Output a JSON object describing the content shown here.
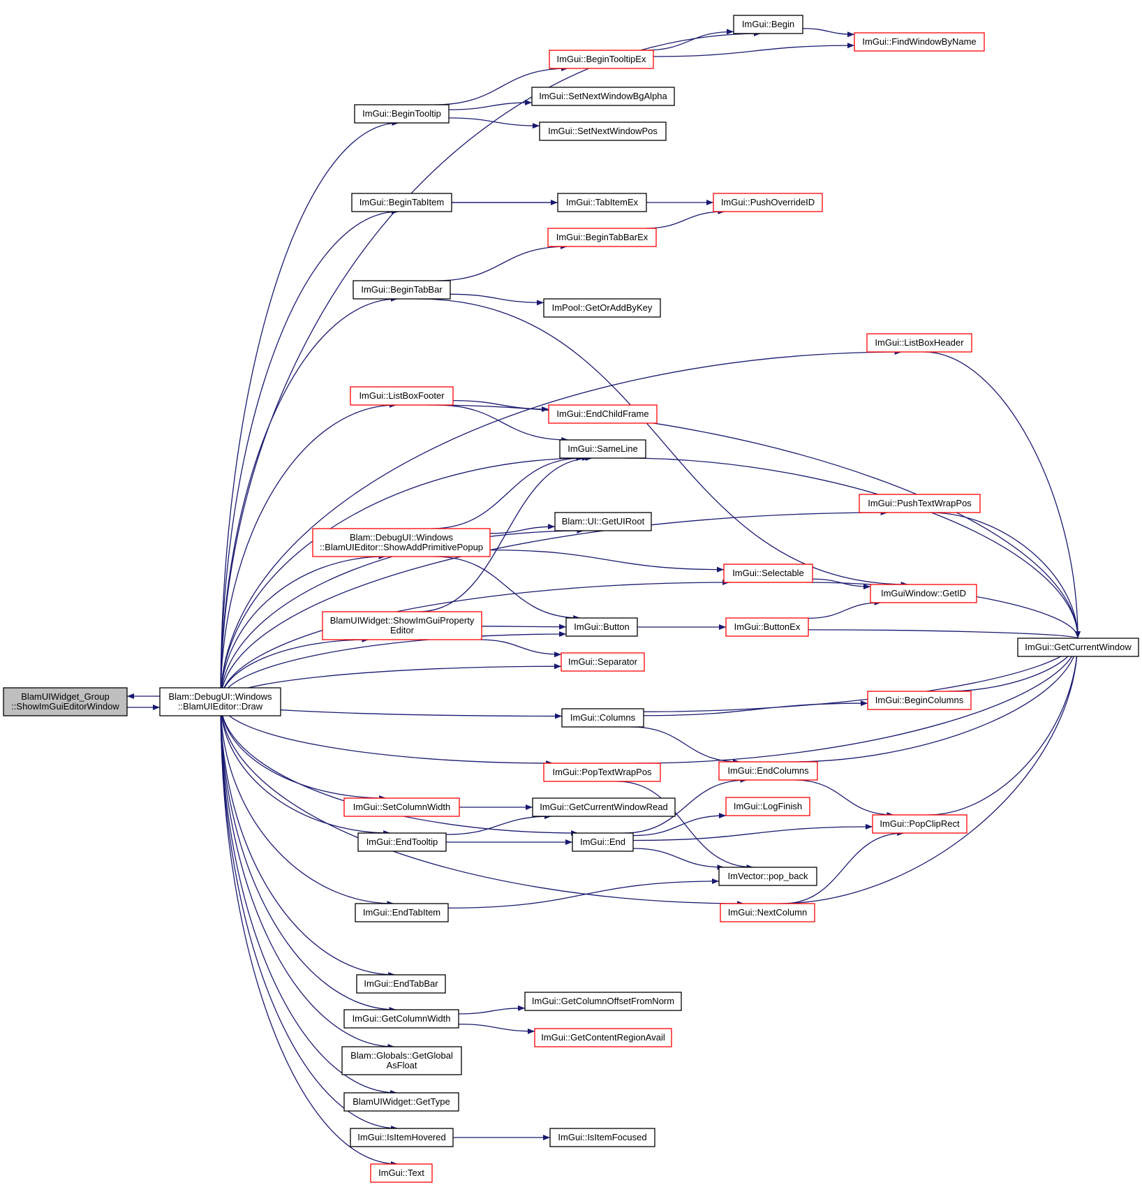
{
  "colors": {
    "edge": "#191970",
    "node_border": "#000000",
    "node_border_partial": "#ff0000",
    "node_fill": "#ffffff",
    "root_fill": "#bfbfbf",
    "text": "#000000"
  },
  "nodes": [
    {
      "id": "root",
      "lines": [
        "BlamUIWidget_Group",
        "::ShowImGuiEditorWindow"
      ],
      "style": "root"
    },
    {
      "id": "draw",
      "lines": [
        "Blam::DebugUI::Windows",
        "::BlamUIEditor::Draw"
      ],
      "style": "black"
    },
    {
      "id": "begin",
      "lines": [
        "ImGui::Begin"
      ],
      "style": "black"
    },
    {
      "id": "findwin",
      "lines": [
        "ImGui::FindWindowByName"
      ],
      "style": "red"
    },
    {
      "id": "begintooltipex",
      "lines": [
        "ImGui::BeginTooltipEx"
      ],
      "style": "red"
    },
    {
      "id": "begintooltip",
      "lines": [
        "ImGui::BeginTooltip"
      ],
      "style": "black"
    },
    {
      "id": "setbgalpha",
      "lines": [
        "ImGui::SetNextWindowBgAlpha"
      ],
      "style": "black"
    },
    {
      "id": "setnextpos",
      "lines": [
        "ImGui::SetNextWindowPos"
      ],
      "style": "black"
    },
    {
      "id": "begintabitem",
      "lines": [
        "ImGui::BeginTabItem"
      ],
      "style": "black"
    },
    {
      "id": "tabitemex",
      "lines": [
        "ImGui::TabItemEx"
      ],
      "style": "black"
    },
    {
      "id": "pushoverride",
      "lines": [
        "ImGui::PushOverrideID"
      ],
      "style": "red"
    },
    {
      "id": "begintabbarex",
      "lines": [
        "ImGui::BeginTabBarEx"
      ],
      "style": "red"
    },
    {
      "id": "begintabbar",
      "lines": [
        "ImGui::BeginTabBar"
      ],
      "style": "black"
    },
    {
      "id": "getoradd",
      "lines": [
        "ImPool::GetOrAddByKey"
      ],
      "style": "black"
    },
    {
      "id": "listboxheader",
      "lines": [
        "ImGui::ListBoxHeader"
      ],
      "style": "red"
    },
    {
      "id": "listboxfooter",
      "lines": [
        "ImGui::ListBoxFooter"
      ],
      "style": "red"
    },
    {
      "id": "endchildframe",
      "lines": [
        "ImGui::EndChildFrame"
      ],
      "style": "red"
    },
    {
      "id": "sameline",
      "lines": [
        "ImGui::SameLine"
      ],
      "style": "black"
    },
    {
      "id": "pushtextwrap",
      "lines": [
        "ImGui::PushTextWrapPos"
      ],
      "style": "red"
    },
    {
      "id": "getuiroot",
      "lines": [
        "Blam::UI::GetUIRoot"
      ],
      "style": "black"
    },
    {
      "id": "showaddprim",
      "lines": [
        "Blam::DebugUI::Windows",
        "::BlamUIEditor::ShowAddPrimitivePopup"
      ],
      "style": "red"
    },
    {
      "id": "selectable",
      "lines": [
        "ImGui::Selectable"
      ],
      "style": "red"
    },
    {
      "id": "getid",
      "lines": [
        "ImGuiWindow::GetID"
      ],
      "style": "red"
    },
    {
      "id": "showprop",
      "lines": [
        "BlamUIWidget::ShowImGuiProperty",
        "Editor"
      ],
      "style": "red"
    },
    {
      "id": "button",
      "lines": [
        "ImGui::Button"
      ],
      "style": "black"
    },
    {
      "id": "buttonex",
      "lines": [
        "ImGui::ButtonEx"
      ],
      "style": "red"
    },
    {
      "id": "getcurwin",
      "lines": [
        "ImGui::GetCurrentWindow"
      ],
      "style": "black"
    },
    {
      "id": "separator",
      "lines": [
        "ImGui::Separator"
      ],
      "style": "red"
    },
    {
      "id": "begincolumns",
      "lines": [
        "ImGui::BeginColumns"
      ],
      "style": "red"
    },
    {
      "id": "columns",
      "lines": [
        "ImGui::Columns"
      ],
      "style": "black"
    },
    {
      "id": "poptextwrap",
      "lines": [
        "ImGui::PopTextWrapPos"
      ],
      "style": "red"
    },
    {
      "id": "endcolumns",
      "lines": [
        "ImGui::EndColumns"
      ],
      "style": "red"
    },
    {
      "id": "setcolwidth",
      "lines": [
        "ImGui::SetColumnWidth"
      ],
      "style": "red"
    },
    {
      "id": "getcurwinread",
      "lines": [
        "ImGui::GetCurrentWindowRead"
      ],
      "style": "black"
    },
    {
      "id": "logfinish",
      "lines": [
        "ImGui::LogFinish"
      ],
      "style": "red"
    },
    {
      "id": "popcliprect",
      "lines": [
        "ImGui::PopClipRect"
      ],
      "style": "red"
    },
    {
      "id": "endtooltip",
      "lines": [
        "ImGui::EndTooltip"
      ],
      "style": "black"
    },
    {
      "id": "end",
      "lines": [
        "ImGui::End"
      ],
      "style": "black"
    },
    {
      "id": "popback",
      "lines": [
        "ImVector::pop_back"
      ],
      "style": "black"
    },
    {
      "id": "endtabitem",
      "lines": [
        "ImGui::EndTabItem"
      ],
      "style": "black"
    },
    {
      "id": "nextcolumn",
      "lines": [
        "ImGui::NextColumn"
      ],
      "style": "red"
    },
    {
      "id": "endtabbar",
      "lines": [
        "ImGui::EndTabBar"
      ],
      "style": "black"
    },
    {
      "id": "getcoloffset",
      "lines": [
        "ImGui::GetColumnOffsetFromNorm"
      ],
      "style": "black"
    },
    {
      "id": "getcolwidth",
      "lines": [
        "ImGui::GetColumnWidth"
      ],
      "style": "black"
    },
    {
      "id": "getcontentavail",
      "lines": [
        "ImGui::GetContentRegionAvail"
      ],
      "style": "red"
    },
    {
      "id": "getglobal",
      "lines": [
        "Blam::Globals::GetGlobal",
        "AsFloat"
      ],
      "style": "black"
    },
    {
      "id": "gettype",
      "lines": [
        "BlamUIWidget::GetType"
      ],
      "style": "black"
    },
    {
      "id": "isitemhovered",
      "lines": [
        "ImGui::IsItemHovered"
      ],
      "style": "black"
    },
    {
      "id": "isitemfocused",
      "lines": [
        "ImGui::IsItemFocused"
      ],
      "style": "black"
    },
    {
      "id": "text",
      "lines": [
        "ImGui::Text"
      ],
      "style": "red"
    }
  ],
  "edges": [
    [
      "root",
      "draw"
    ],
    [
      "draw",
      "root"
    ],
    [
      "draw",
      "begin"
    ],
    [
      "draw",
      "begintooltip"
    ],
    [
      "draw",
      "begintabitem"
    ],
    [
      "draw",
      "begintabbar"
    ],
    [
      "draw",
      "listboxheader"
    ],
    [
      "draw",
      "listboxfooter"
    ],
    [
      "draw",
      "sameline"
    ],
    [
      "draw",
      "pushtextwrap"
    ],
    [
      "draw",
      "getuiroot"
    ],
    [
      "draw",
      "showaddprim"
    ],
    [
      "draw",
      "selectable"
    ],
    [
      "draw",
      "showprop"
    ],
    [
      "draw",
      "button"
    ],
    [
      "draw",
      "separator"
    ],
    [
      "draw",
      "columns"
    ],
    [
      "draw",
      "poptextwrap"
    ],
    [
      "draw",
      "setcolwidth"
    ],
    [
      "draw",
      "endtooltip"
    ],
    [
      "draw",
      "end"
    ],
    [
      "draw",
      "endtabitem"
    ],
    [
      "draw",
      "nextcolumn"
    ],
    [
      "draw",
      "endtabbar"
    ],
    [
      "draw",
      "getcolwidth"
    ],
    [
      "draw",
      "getglobal"
    ],
    [
      "draw",
      "gettype"
    ],
    [
      "draw",
      "isitemhovered"
    ],
    [
      "draw",
      "text"
    ],
    [
      "begin",
      "findwin"
    ],
    [
      "begintooltipex",
      "begin"
    ],
    [
      "begintooltipex",
      "findwin"
    ],
    [
      "begintooltip",
      "begintooltipex"
    ],
    [
      "begintooltip",
      "setbgalpha"
    ],
    [
      "begintooltip",
      "setnextpos"
    ],
    [
      "begintabitem",
      "tabitemex"
    ],
    [
      "begintabitem",
      "pushoverride"
    ],
    [
      "begintabbarex",
      "pushoverride"
    ],
    [
      "begintabbar",
      "begintabbarex"
    ],
    [
      "begintabbar",
      "getoradd"
    ],
    [
      "begintabbar",
      "getid"
    ],
    [
      "listboxheader",
      "getcurwin"
    ],
    [
      "listboxfooter",
      "endchildframe"
    ],
    [
      "listboxfooter",
      "sameline"
    ],
    [
      "listboxfooter",
      "getcurwin"
    ],
    [
      "sameline",
      "getcurwin"
    ],
    [
      "pushtextwrap",
      "getcurwin"
    ],
    [
      "showaddprim",
      "sameline"
    ],
    [
      "showaddprim",
      "getuiroot"
    ],
    [
      "showaddprim",
      "selectable"
    ],
    [
      "showaddprim",
      "button"
    ],
    [
      "selectable",
      "getid"
    ],
    [
      "selectable",
      "getcurwin"
    ],
    [
      "showprop",
      "sameline"
    ],
    [
      "showprop",
      "button"
    ],
    [
      "showprop",
      "separator"
    ],
    [
      "button",
      "buttonex"
    ],
    [
      "buttonex",
      "getid"
    ],
    [
      "buttonex",
      "getcurwin"
    ],
    [
      "columns",
      "begincolumns"
    ],
    [
      "columns",
      "getcurwin"
    ],
    [
      "columns",
      "endcolumns"
    ],
    [
      "begincolumns",
      "getcurwin"
    ],
    [
      "poptextwrap",
      "getcurwin"
    ],
    [
      "poptextwrap",
      "popback"
    ],
    [
      "endcolumns",
      "getcurwin"
    ],
    [
      "endcolumns",
      "popcliprect"
    ],
    [
      "popcliprect",
      "getcurwin"
    ],
    [
      "setcolwidth",
      "getcurwinread"
    ],
    [
      "endtooltip",
      "getcurwinread"
    ],
    [
      "endtooltip",
      "end"
    ],
    [
      "end",
      "endcolumns"
    ],
    [
      "end",
      "logfinish"
    ],
    [
      "end",
      "popcliprect"
    ],
    [
      "end",
      "popback"
    ],
    [
      "endtabitem",
      "popback"
    ],
    [
      "nextcolumn",
      "popcliprect"
    ],
    [
      "nextcolumn",
      "getcurwin"
    ],
    [
      "getcolwidth",
      "getcoloffset"
    ],
    [
      "getcolwidth",
      "getcontentavail"
    ],
    [
      "isitemhovered",
      "isitemfocused"
    ]
  ]
}
